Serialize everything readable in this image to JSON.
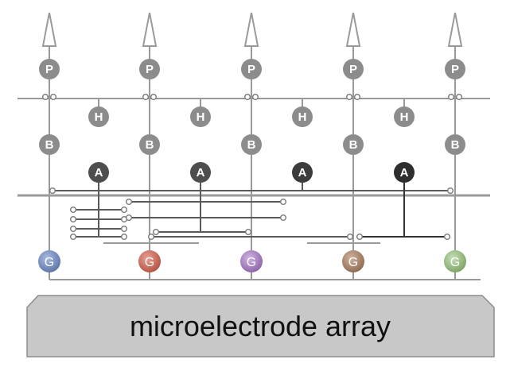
{
  "node_labels": {
    "photoreceptor": "P",
    "horizontal": "H",
    "bipolar": "B",
    "amacrine": "A",
    "ganglion": "G"
  },
  "array_label": "microelectrode array",
  "colors": {
    "wire": "#9a9a9a",
    "node_gray": "#8c8c8c",
    "amacrine_shades": [
      "#4e4e4e",
      "#4e4e4e",
      "#3c3c3c",
      "#2e2e2e"
    ],
    "ganglion": [
      "#6f86b5",
      "#c2695b",
      "#a07ab8",
      "#a27f68",
      "#93b57d"
    ],
    "array_fill": "#c8c8c8",
    "array_stroke": "#8c8c8c"
  }
}
